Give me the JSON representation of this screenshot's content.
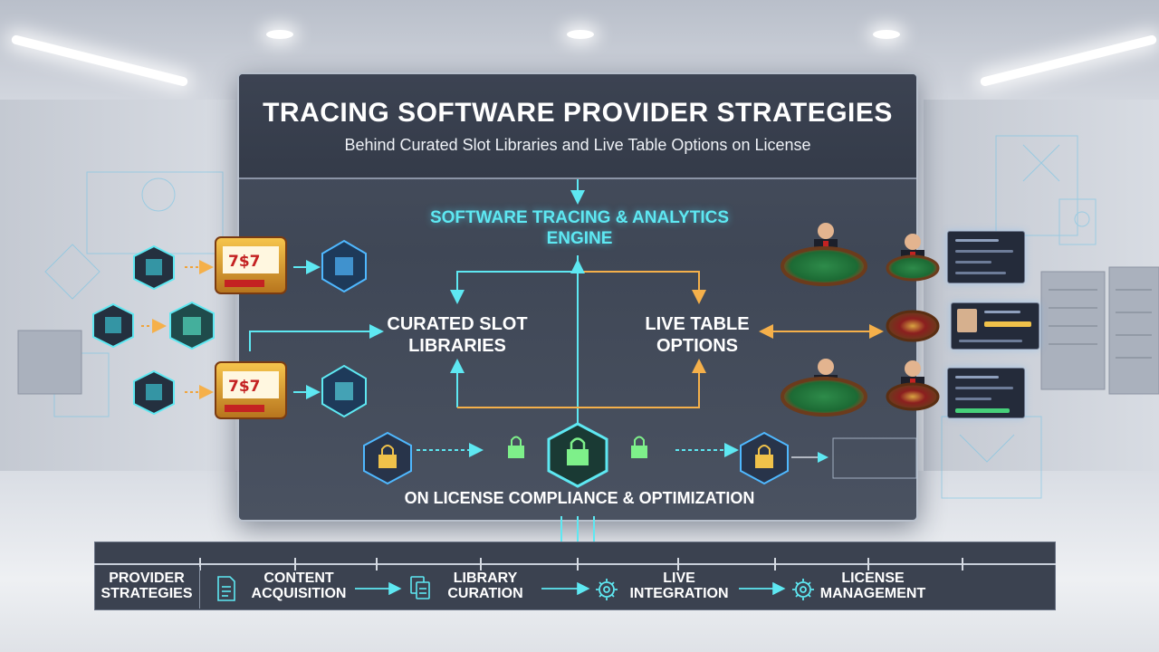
{
  "header": {
    "title": "TRACING SOFTWARE PROVIDER STRATEGIES",
    "subtitle": "Behind Curated Slot Libraries and Live Table Options on License"
  },
  "nodes": {
    "engine": "SOFTWARE TRACING & ANALYTICS ENGINE",
    "slots": "CURATED SLOT LIBRARIES",
    "live": "LIVE TABLE OPTIONS",
    "compliance": "ON LICENSE COMPLIANCE & OPTIMIZATION"
  },
  "timeline": {
    "first_label": "PROVIDER STRATEGIES",
    "steps": [
      {
        "label": "CONTENT ACQUISITION",
        "icon": "document-icon"
      },
      {
        "label": "LIBRARY CURATION",
        "icon": "documents-icon"
      },
      {
        "label": "LIVE INTEGRATION",
        "icon": "gear-icon"
      },
      {
        "label": "LICENSE MANAGEMENT",
        "icon": "gear-icon"
      }
    ]
  },
  "colors": {
    "accent_cyan": "#5ee8f2",
    "arrow_orange": "#f5b04a",
    "panel": "#434b5a",
    "lock_green": "#7ef08a"
  }
}
